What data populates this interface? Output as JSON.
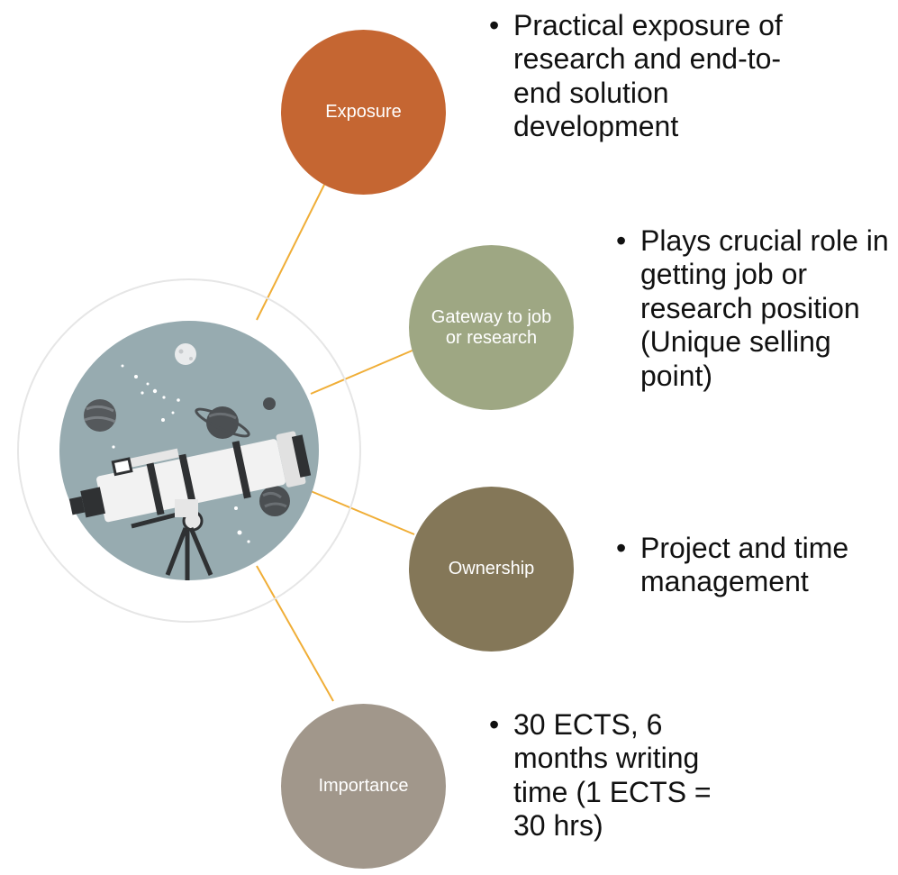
{
  "colors": {
    "connector": "#f0ae37",
    "exposure": "#c56632",
    "gateway": "#9ea783",
    "ownership": "#847758",
    "importance": "#a1978b",
    "hub_ring": "#e6e6e6",
    "hub_fill": "#97abb0"
  },
  "hub": {
    "icon": "telescope-space-icon"
  },
  "items": [
    {
      "label": "Exposure",
      "bullet": "Practical exposure of research and end-to-end solution development"
    },
    {
      "label": "Gateway to job or research",
      "bullet": "Plays crucial role in getting job or research position (Unique selling point)"
    },
    {
      "label": "Ownership",
      "bullet": "Project and time management"
    },
    {
      "label": "Importance",
      "bullet": "30 ECTS, 6 months writing time (1 ECTS = 30 hrs)"
    }
  ]
}
